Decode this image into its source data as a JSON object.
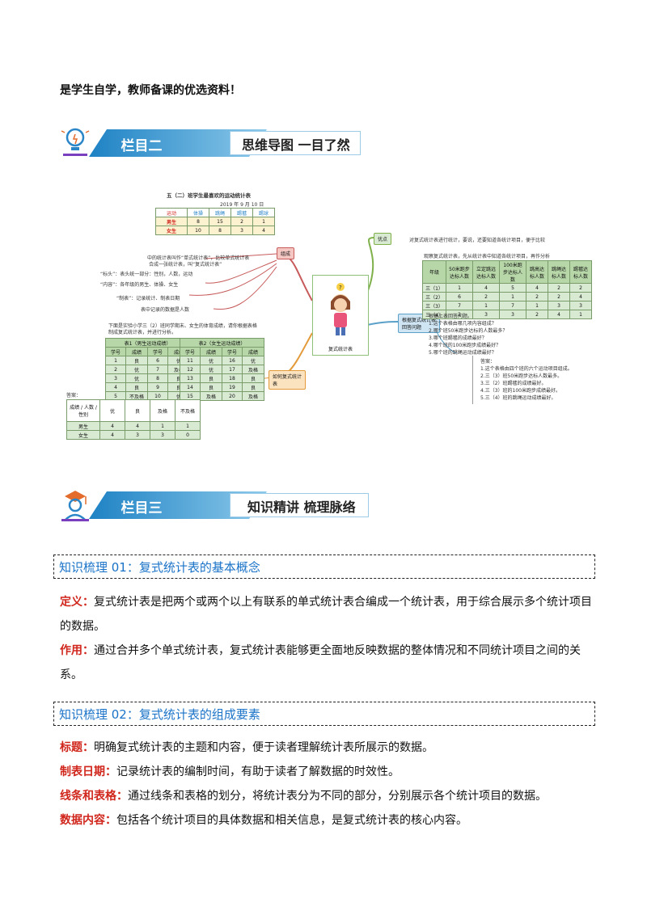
{
  "intro": "是学生自学，教师备课的优选资料！",
  "banner2": {
    "tab": "栏目二",
    "subtitle": "思维导图 一目了然"
  },
  "banner3": {
    "tab": "栏目三",
    "subtitle": "知识精讲 梳理脉络"
  },
  "mindmap": {
    "center": "复式统计表",
    "table_title": "五（二）班学生最喜欢的运动统计表",
    "table_date": "2019 年 9 月 10 日",
    "top_table": {
      "header": [
        "运动",
        "体操",
        "跳绳",
        "踢毽",
        "踢球"
      ],
      "rows": [
        [
          "男生",
          "8",
          "15",
          "2",
          "1"
        ],
        [
          "女生",
          "10",
          "8",
          "3",
          "4"
        ]
      ]
    },
    "left_notes": [
      "中的统计表叫作“单式统计表”，比较单式统计表",
      "合成一张统计表，叫“复式统计表”",
      "“标头”：表头统一部分：性别，人数，运动",
      "“内容”：各年级的男生、体操、女生",
      "“制表”：记录统计、制表日期",
      "表中记录的数据是人数"
    ],
    "node_left_top": "组成",
    "node_left_bottom": "如何复式统计表",
    "node_right_top": "优点",
    "node_right_mid": "根据复式统计表回答问题",
    "right_top_text": "对复式统计表进行统计，要说，还要知道各统计项目，便于比较",
    "right_mid_text": "观察复式统计表，先从统计表中知道各统计项目，再作分析",
    "left_bottom_text": "下面是实验小学三（2）班同学期末、女生的体育成绩，请你根据表格",
    "left_bottom_text2": "制成复式统计表，并进行分析。",
    "grade_table1_title": "表1（男生运动成绩）",
    "grade_table2_title": "表2（女生运动成绩）",
    "grade_header": [
      "学号",
      "成绩",
      "学号",
      "成绩"
    ],
    "grade_rows": [
      [
        "1",
        "良",
        "6",
        "优"
      ],
      [
        "2",
        "优",
        "7",
        "及格"
      ],
      [
        "3",
        "优",
        "8",
        "良"
      ],
      [
        "4",
        "良",
        "9",
        "良"
      ],
      [
        "5",
        "不及格",
        "10",
        "优"
      ]
    ],
    "grade_rows2": [
      [
        "11",
        "优",
        "16",
        "优"
      ],
      [
        "12",
        "优",
        "17",
        "及格"
      ],
      [
        "13",
        "良",
        "18",
        "良"
      ],
      [
        "14",
        "良",
        "19",
        "良"
      ],
      [
        "15",
        "及格",
        "20",
        "及格"
      ]
    ],
    "answer_label": "答案：",
    "answer_table": {
      "header": [
        "优",
        "良",
        "及格",
        "不及格"
      ],
      "rows": [
        [
          "男生",
          "4",
          "4",
          "1",
          "1"
        ],
        [
          "女生",
          "4",
          "3",
          "3",
          "0"
        ]
      ]
    },
    "right_table": {
      "header": [
        "50米跑步达标人数",
        "立定跳远达标人数",
        "100米跑步达标人数",
        "跳高达标人数",
        "跳绳达标人数",
        "踢毽达标人数"
      ],
      "rows": [
        [
          "三（1）",
          "1",
          "4",
          "5",
          "4",
          "2",
          "2"
        ],
        [
          "三（2）",
          "6",
          "2",
          "1",
          "2",
          "2",
          "4"
        ],
        [
          "三（3）",
          "7",
          "1",
          "7",
          "1",
          "3",
          "3"
        ],
        [
          "三（4）",
          "2",
          "3",
          "3",
          "2",
          "4",
          "1"
        ]
      ]
    },
    "questions": [
      "根据上表回答问题。",
      "1.这个表格由哪几项内容组成？",
      "2.哪个班50米跑步达标的人数最多？",
      "3.哪个班踢毽的成绩最好？",
      "4.哪个班的100米跑步成绩最好？",
      "5.哪个班的跳绳运动成绩最好？"
    ],
    "answers": [
      "答案：",
      "1.这个表格由四个班的六个运动项目组成。",
      "2.三（3）班50米跑步达标人数最多。",
      "3.三（2）班踢毽的成绩最好。",
      "4.三（3）班的100米跑步成绩最好。",
      "5.三（4）班的跳绳运动成绩最好。"
    ]
  },
  "k1": {
    "title": "知识梳理 01：复式统计表的基本概念",
    "def_label": "定义：",
    "def_text": "复式统计表是把两个或两个以上有联系的单式统计表合编成一个统计表，用于综合展示多个统计项目的数据。",
    "use_label": "作用：",
    "use_text": "通过合并多个单式统计表，复式统计表能够更全面地反映数据的整体情况和不同统计项目之间的关系。"
  },
  "k2": {
    "title": "知识梳理 02：复式统计表的组成要素",
    "items": [
      {
        "label": "标题：",
        "text": "明确复式统计表的主题和内容，便于读者理解统计表所展示的数据。"
      },
      {
        "label": "制表日期：",
        "text": "记录统计表的编制时间，有助于读者了解数据的时效性。"
      },
      {
        "label": "线条和表格：",
        "text": "通过线条和表格的划分，将统计表分为不同的部分，分别展示各个统计项目的数据。"
      },
      {
        "label": "数据内容：",
        "text": "包括各个统计项目的具体数据和相关信息，是复式统计表的核心内容。"
      }
    ]
  }
}
